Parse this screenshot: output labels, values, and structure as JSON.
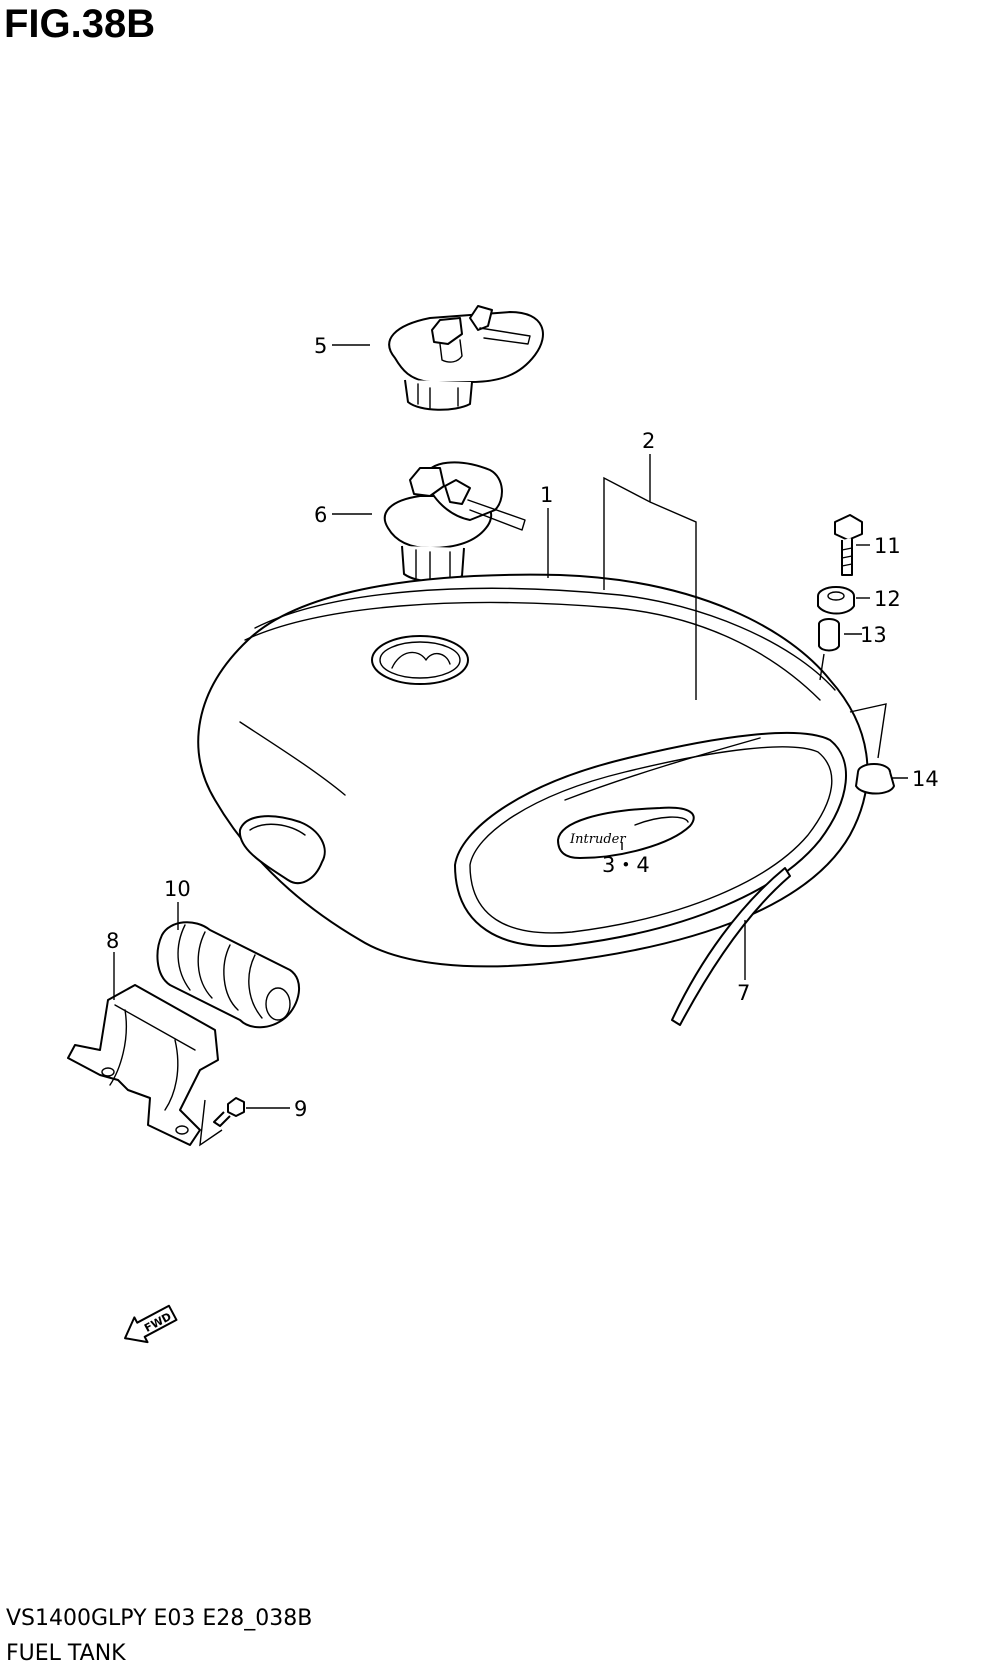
{
  "figure": {
    "title": "FIG.38B"
  },
  "footer": {
    "model_code": "VS1400GLPY E03 E28_038B",
    "section_name": "FUEL TANK"
  },
  "callouts": {
    "c1": "1",
    "c2": "2",
    "c34": "3・4",
    "c5": "5",
    "c6": "6",
    "c7": "7",
    "c8": "8",
    "c9": "9",
    "c10": "10",
    "c11": "11",
    "c12": "12",
    "c13": "13",
    "c14": "14"
  },
  "emblem_text": "Intruder",
  "fwd_arrow": {
    "label": "FWD",
    "icon": "fwd-arrow-icon"
  },
  "colors": {
    "ink": "#000000",
    "paper": "#ffffff"
  }
}
